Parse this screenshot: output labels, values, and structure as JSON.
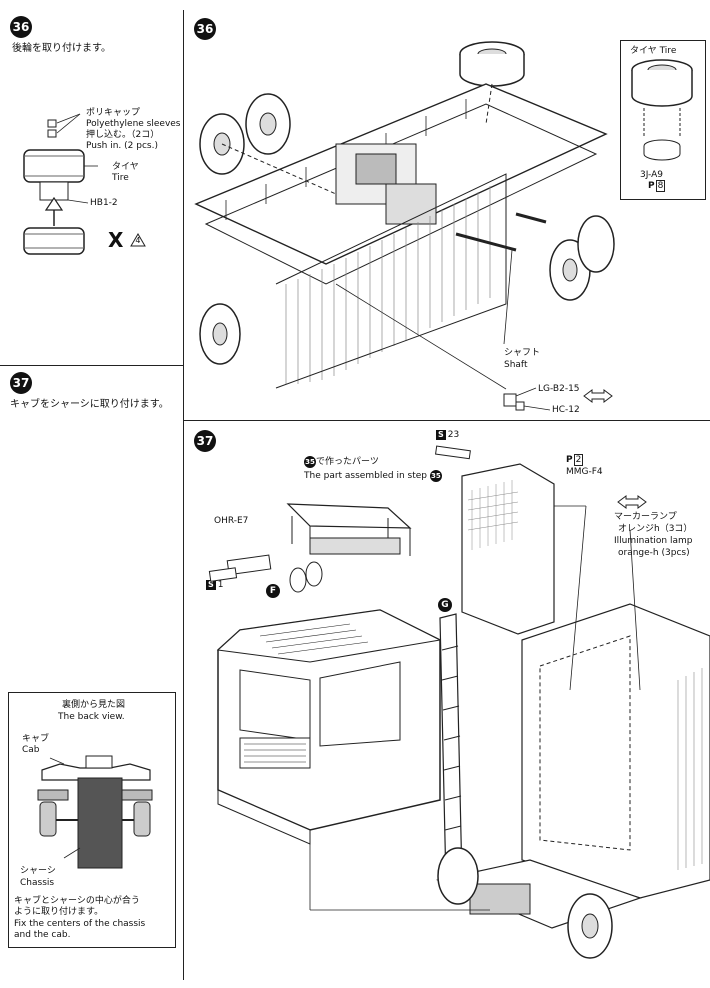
{
  "step36": {
    "number": "36",
    "instruction_jp": "後輪を取り付けます。",
    "poly_cap_jp": "ポリキャップ",
    "poly_cap_en": "Polyethylene sleeves",
    "push_in_jp": "押し込む。（2コ）",
    "push_in_en": "Push in. (2 pcs.)",
    "tire_jp": "タイヤ",
    "tire_en": "Tire",
    "hub_part": "HB1-2",
    "x_count": "X",
    "x_sub": "4"
  },
  "step36_main": {
    "number": "36",
    "tire_inset_label": "タイヤ Tire",
    "inset_part": "3J-A9",
    "inset_p": "P",
    "inset_p_num": "8",
    "shaft_jp": "シャフト",
    "shaft_en": "Shaft",
    "part_lg": "LG-B2-15",
    "part_hc": "HC-12"
  },
  "step37": {
    "number": "37",
    "instruction_jp": "キャブをシャーシに取り付けます。",
    "back_view_jp": "裏側から見た図",
    "back_view_en": "The back view.",
    "cab_jp": "キャブ",
    "cab_en": "Cab",
    "chassis_jp": "シャーシ",
    "chassis_en": "Chassis",
    "center_note_jp_1": "キャブとシャーシの中心が合う",
    "center_note_jp_2": "ように取り付けます。",
    "center_note_en_1": "Fix the centers of the chassis",
    "center_note_en_2": "and the cab."
  },
  "step37_main": {
    "number": "37",
    "s23_tag": "S",
    "s23_num": "23",
    "part_from_35_jp": "で作ったパーツ",
    "part_from_35_circle": "35",
    "part_from_35_en": "The part assembled in step",
    "part_p": "P",
    "part_p_num": "2",
    "part_mmg": "MMG-F4",
    "part_ohr": "OHR-E7",
    "s1_tag": "S",
    "s1_num": "1",
    "marker_f": "F",
    "marker_g": "G",
    "marker_lamp_jp": "マーカーランプ",
    "marker_lamp_jp2": "オレンジh（3コ）",
    "marker_lamp_en": "Illumination lamp",
    "marker_lamp_en2": "orange-h  (3pcs)"
  }
}
